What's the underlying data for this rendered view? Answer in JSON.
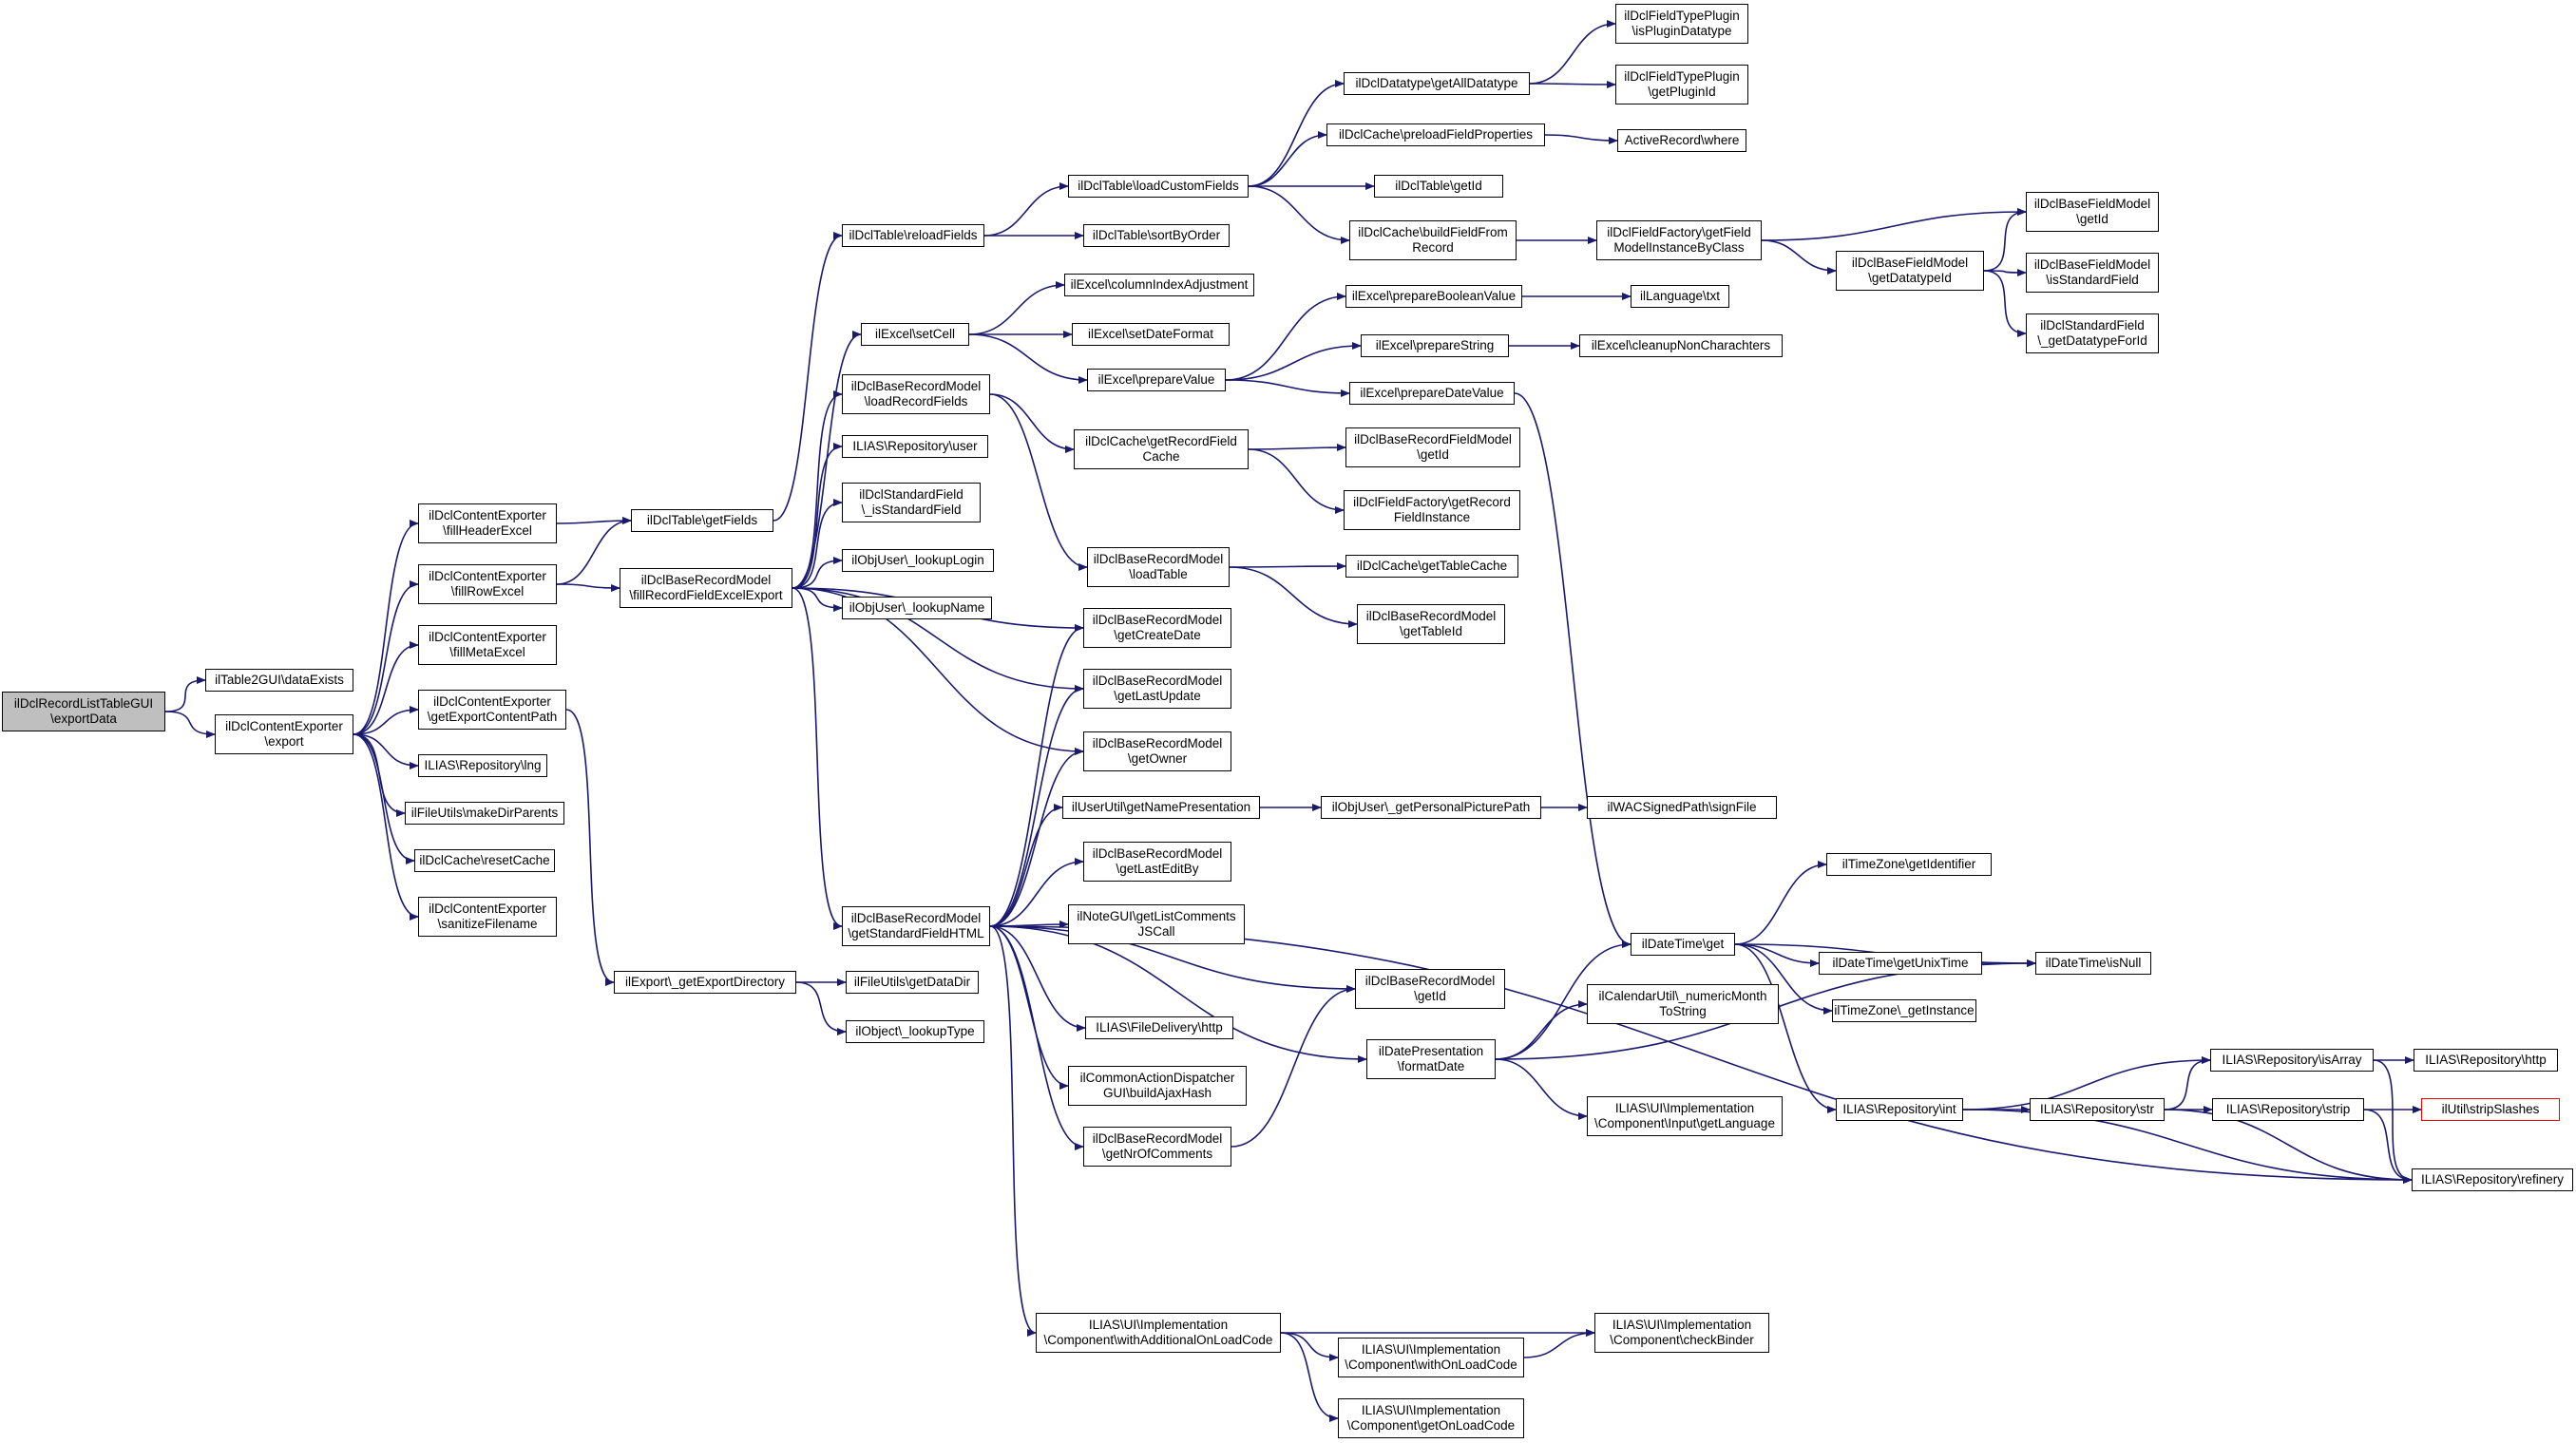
{
  "colors": {
    "edge": "#191970",
    "root_fill": "#bfbfbf",
    "node_border": "#000000",
    "highlight_border": "#ff0000"
  },
  "nodes": [
    {
      "id": "n0",
      "label": "ilDclRecordListTableGUI\n\\exportData",
      "style": "root"
    },
    {
      "id": "n1",
      "label": "ilTable2GUI\\dataExists"
    },
    {
      "id": "n2",
      "label": "ilDclContentExporter\n\\export"
    },
    {
      "id": "n3",
      "label": "ilDclContentExporter\n\\fillHeaderExcel"
    },
    {
      "id": "n4",
      "label": "ilDclContentExporter\n\\fillRowExcel"
    },
    {
      "id": "n5",
      "label": "ilDclContentExporter\n\\fillMetaExcel"
    },
    {
      "id": "n6",
      "label": "ilDclContentExporter\n\\getExportContentPath"
    },
    {
      "id": "n7",
      "label": "ILIAS\\Repository\\lng"
    },
    {
      "id": "n8",
      "label": "ilFileUtils\\makeDirParents"
    },
    {
      "id": "n9",
      "label": "ilDclCache\\resetCache"
    },
    {
      "id": "n10",
      "label": "ilDclContentExporter\n\\sanitizeFilename"
    },
    {
      "id": "n11",
      "label": "ilDclTable\\getFields"
    },
    {
      "id": "n12",
      "label": "ilDclBaseRecordModel\n\\fillRecordFieldExcelExport"
    },
    {
      "id": "n13",
      "label": "ilExport\\_getExportDirectory"
    },
    {
      "id": "n14",
      "label": "ilDclTable\\reloadFields"
    },
    {
      "id": "n15",
      "label": "ilExcel\\setCell"
    },
    {
      "id": "n16",
      "label": "ilDclBaseRecordModel\n\\loadRecordFields"
    },
    {
      "id": "n17",
      "label": "ILIAS\\Repository\\user"
    },
    {
      "id": "n18",
      "label": "ilDclStandardField\n\\_isStandardField"
    },
    {
      "id": "n19",
      "label": "ilObjUser\\_lookupLogin"
    },
    {
      "id": "n20",
      "label": "ilObjUser\\_lookupName"
    },
    {
      "id": "n21",
      "label": "ilDclBaseRecordModel\n\\getStandardFieldHTML"
    },
    {
      "id": "n22",
      "label": "ilFileUtils\\getDataDir"
    },
    {
      "id": "n23",
      "label": "ilObject\\_lookupType"
    },
    {
      "id": "n24",
      "label": "ilDclTable\\loadCustomFields"
    },
    {
      "id": "n25",
      "label": "ilDclTable\\sortByOrder"
    },
    {
      "id": "n26",
      "label": "ilExcel\\columnIndexAdjustment"
    },
    {
      "id": "n27",
      "label": "ilExcel\\setDateFormat"
    },
    {
      "id": "n28",
      "label": "ilExcel\\prepareValue"
    },
    {
      "id": "n29",
      "label": "ilDclCache\\getRecordField\nCache"
    },
    {
      "id": "n30",
      "label": "ilDclBaseRecordModel\n\\loadTable"
    },
    {
      "id": "n31",
      "label": "ilDclBaseRecordModel\n\\getCreateDate"
    },
    {
      "id": "n32",
      "label": "ilDclBaseRecordModel\n\\getLastUpdate"
    },
    {
      "id": "n33",
      "label": "ilDclBaseRecordModel\n\\getOwner"
    },
    {
      "id": "n34",
      "label": "ilUserUtil\\getNamePresentation"
    },
    {
      "id": "n35",
      "label": "ilDclBaseRecordModel\n\\getLastEditBy"
    },
    {
      "id": "n36",
      "label": "ilNoteGUI\\getListComments\nJSCall"
    },
    {
      "id": "n37",
      "label": "ILIAS\\FileDelivery\\http"
    },
    {
      "id": "n38",
      "label": "ilCommonActionDispatcher\nGUI\\buildAjaxHash"
    },
    {
      "id": "n39",
      "label": "ilDclBaseRecordModel\n\\getNrOfComments"
    },
    {
      "id": "n40",
      "label": "ILIAS\\UI\\Implementation\n\\Component\\withAdditionalOnLoadCode"
    },
    {
      "id": "n41",
      "label": "ilDclDatatype\\getAllDatatype"
    },
    {
      "id": "n42",
      "label": "ilDclCache\\preloadFieldProperties"
    },
    {
      "id": "n43",
      "label": "ilDclTable\\getId"
    },
    {
      "id": "n44",
      "label": "ilDclCache\\buildFieldFrom\nRecord"
    },
    {
      "id": "n45",
      "label": "ilExcel\\prepareBooleanValue"
    },
    {
      "id": "n46",
      "label": "ilExcel\\prepareString"
    },
    {
      "id": "n47",
      "label": "ilExcel\\prepareDateValue"
    },
    {
      "id": "n48",
      "label": "ilDclBaseRecordFieldModel\n\\getId"
    },
    {
      "id": "n49",
      "label": "ilDclFieldFactory\\getRecord\nFieldInstance"
    },
    {
      "id": "n50",
      "label": "ilDclCache\\getTableCache"
    },
    {
      "id": "n51",
      "label": "ilDclBaseRecordModel\n\\getTableId"
    },
    {
      "id": "n52",
      "label": "ilObjUser\\_getPersonalPicturePath"
    },
    {
      "id": "n53",
      "label": "ilDclBaseRecordModel\n\\getId"
    },
    {
      "id": "n54",
      "label": "ilDatePresentation\n\\formatDate"
    },
    {
      "id": "n55",
      "label": "ILIAS\\UI\\Implementation\n\\Component\\withOnLoadCode"
    },
    {
      "id": "n56",
      "label": "ILIAS\\UI\\Implementation\n\\Component\\getOnLoadCode"
    },
    {
      "id": "n57",
      "label": "ilDclFieldTypePlugin\n\\isPluginDatatype"
    },
    {
      "id": "n58",
      "label": "ilDclFieldTypePlugin\n\\getPluginId"
    },
    {
      "id": "n59",
      "label": "ActiveRecord\\where"
    },
    {
      "id": "n60",
      "label": "ilDclFieldFactory\\getField\nModelInstanceByClass"
    },
    {
      "id": "n61",
      "label": "ilLanguage\\txt"
    },
    {
      "id": "n62",
      "label": "ilExcel\\cleanupNonCharachters"
    },
    {
      "id": "n63",
      "label": "ilWACSignedPath\\signFile"
    },
    {
      "id": "n64",
      "label": "ilDateTime\\get"
    },
    {
      "id": "n65",
      "label": "ilCalendarUtil\\_numericMonth\nToString"
    },
    {
      "id": "n66",
      "label": "ILIAS\\UI\\Implementation\n\\Component\\Input\\getLanguage"
    },
    {
      "id": "n67",
      "label": "ILIAS\\UI\\Implementation\n\\Component\\checkBinder"
    },
    {
      "id": "n68",
      "label": "ilDclBaseFieldModel\n\\getDatatypeId"
    },
    {
      "id": "n69",
      "label": "ilTimeZone\\getIdentifier"
    },
    {
      "id": "n70",
      "label": "ilDateTime\\getUnixTime"
    },
    {
      "id": "n71",
      "label": "ilTimeZone\\_getInstance"
    },
    {
      "id": "n72",
      "label": "ILIAS\\Repository\\int"
    },
    {
      "id": "n73",
      "label": "ilDclBaseFieldModel\n\\getId"
    },
    {
      "id": "n74",
      "label": "ilDclBaseFieldModel\n\\isStandardField"
    },
    {
      "id": "n75",
      "label": "ilDclStandardField\n\\_getDatatypeForId"
    },
    {
      "id": "n76",
      "label": "ilDateTime\\isNull"
    },
    {
      "id": "n77",
      "label": "ILIAS\\Repository\\str"
    },
    {
      "id": "n78",
      "label": "ILIAS\\Repository\\isArray"
    },
    {
      "id": "n79",
      "label": "ILIAS\\Repository\\strip"
    },
    {
      "id": "n80",
      "label": "ILIAS\\Repository\\refinery"
    },
    {
      "id": "n81",
      "label": "ILIAS\\Repository\\http"
    },
    {
      "id": "n82",
      "label": "ilUtil\\stripSlashes",
      "style": "red"
    }
  ],
  "edges": [
    [
      "n0",
      "n1"
    ],
    [
      "n0",
      "n2"
    ],
    [
      "n2",
      "n3"
    ],
    [
      "n2",
      "n4"
    ],
    [
      "n2",
      "n5"
    ],
    [
      "n2",
      "n6"
    ],
    [
      "n2",
      "n7"
    ],
    [
      "n2",
      "n8"
    ],
    [
      "n2",
      "n9"
    ],
    [
      "n2",
      "n10"
    ],
    [
      "n3",
      "n11"
    ],
    [
      "n4",
      "n11"
    ],
    [
      "n4",
      "n12"
    ],
    [
      "n6",
      "n13"
    ],
    [
      "n11",
      "n14"
    ],
    [
      "n12",
      "n15"
    ],
    [
      "n12",
      "n16"
    ],
    [
      "n12",
      "n17"
    ],
    [
      "n12",
      "n18"
    ],
    [
      "n12",
      "n19"
    ],
    [
      "n12",
      "n20"
    ],
    [
      "n12",
      "n21"
    ],
    [
      "n12",
      "n31"
    ],
    [
      "n12",
      "n32"
    ],
    [
      "n12",
      "n33"
    ],
    [
      "n13",
      "n22"
    ],
    [
      "n13",
      "n23"
    ],
    [
      "n14",
      "n24"
    ],
    [
      "n14",
      "n25"
    ],
    [
      "n15",
      "n26"
    ],
    [
      "n15",
      "n27"
    ],
    [
      "n15",
      "n28"
    ],
    [
      "n16",
      "n29"
    ],
    [
      "n16",
      "n30"
    ],
    [
      "n21",
      "n31"
    ],
    [
      "n21",
      "n32"
    ],
    [
      "n21",
      "n33"
    ],
    [
      "n21",
      "n34"
    ],
    [
      "n21",
      "n35"
    ],
    [
      "n21",
      "n36"
    ],
    [
      "n21",
      "n37"
    ],
    [
      "n21",
      "n38"
    ],
    [
      "n21",
      "n39"
    ],
    [
      "n21",
      "n40"
    ],
    [
      "n21",
      "n53"
    ],
    [
      "n21",
      "n54"
    ],
    [
      "n21",
      "n80"
    ],
    [
      "n24",
      "n41"
    ],
    [
      "n24",
      "n42"
    ],
    [
      "n24",
      "n43"
    ],
    [
      "n24",
      "n44"
    ],
    [
      "n28",
      "n45"
    ],
    [
      "n28",
      "n46"
    ],
    [
      "n28",
      "n47"
    ],
    [
      "n29",
      "n48"
    ],
    [
      "n29",
      "n49"
    ],
    [
      "n30",
      "n50"
    ],
    [
      "n30",
      "n51"
    ],
    [
      "n34",
      "n52"
    ],
    [
      "n39",
      "n53"
    ],
    [
      "n40",
      "n55"
    ],
    [
      "n40",
      "n56"
    ],
    [
      "n40",
      "n67"
    ],
    [
      "n41",
      "n57"
    ],
    [
      "n41",
      "n58"
    ],
    [
      "n42",
      "n59"
    ],
    [
      "n44",
      "n60"
    ],
    [
      "n45",
      "n61"
    ],
    [
      "n46",
      "n62"
    ],
    [
      "n47",
      "n64"
    ],
    [
      "n52",
      "n63"
    ],
    [
      "n54",
      "n64"
    ],
    [
      "n54",
      "n65"
    ],
    [
      "n54",
      "n66"
    ],
    [
      "n54",
      "n76"
    ],
    [
      "n55",
      "n67"
    ],
    [
      "n60",
      "n68"
    ],
    [
      "n60",
      "n73"
    ],
    [
      "n64",
      "n69"
    ],
    [
      "n64",
      "n70"
    ],
    [
      "n64",
      "n71"
    ],
    [
      "n64",
      "n72"
    ],
    [
      "n64",
      "n76"
    ],
    [
      "n68",
      "n73"
    ],
    [
      "n68",
      "n74"
    ],
    [
      "n68",
      "n75"
    ],
    [
      "n70",
      "n76"
    ],
    [
      "n72",
      "n77"
    ],
    [
      "n72",
      "n78"
    ],
    [
      "n72",
      "n80"
    ],
    [
      "n77",
      "n78"
    ],
    [
      "n77",
      "n79"
    ],
    [
      "n77",
      "n80"
    ],
    [
      "n78",
      "n80"
    ],
    [
      "n78",
      "n81"
    ],
    [
      "n79",
      "n80"
    ],
    [
      "n79",
      "n82"
    ]
  ]
}
